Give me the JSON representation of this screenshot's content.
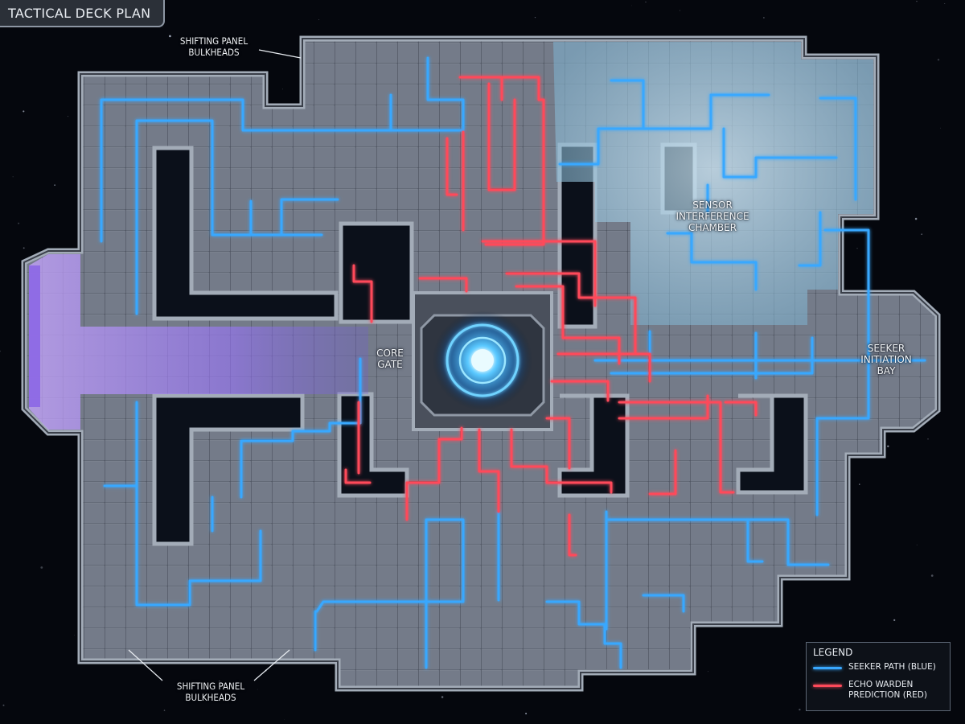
{
  "header": {
    "title": "TACTICAL DECK PLAN"
  },
  "callouts": {
    "top": "SHIFTING PANEL\nBULKHEADS",
    "bottom": "SHIFTING PANEL\nBULKHEADS"
  },
  "rooms": {
    "core_gate": "CORE\nGATE",
    "sensor_chamber": "SENSOR\nINTERFERENCE\nCHAMBER",
    "seeker_bay": "SEEKER\nINITIATION\nBAY"
  },
  "legend": {
    "title": "LEGEND",
    "items": [
      {
        "label": "SEEKER PATH (BLUE)",
        "color": "#39a8ff"
      },
      {
        "label": "ECHO WARDEN\nPREDICTION (RED)",
        "color": "#ff4a5a"
      }
    ]
  },
  "colors": {
    "hull": "#8e97a4",
    "floor": "#6d7482",
    "void": "#0a0e17",
    "seeker_path": "#39a8ff",
    "warden_path": "#ff4a5a",
    "portal": "#a47bff",
    "sensor_fog": "#a8d6ef"
  }
}
